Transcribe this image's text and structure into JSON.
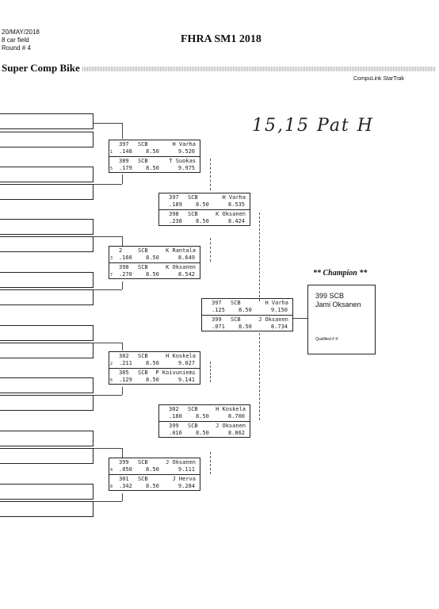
{
  "header": {
    "date": "20/MAY/2018",
    "field": "8 car field",
    "round": "Round # 4",
    "event_title": "FHRA SM1 2018",
    "class_title": "Super Comp Bike",
    "brand": "CompuLink StarTrak",
    "handwritten_time": "15,15",
    "handwritten_note": "Pat H"
  },
  "matches": [
    {
      "id": "r1m1",
      "top": {
        "car": "397",
        "cls": "SCB",
        "name": "H Varha",
        "lane": "1",
        "rt": ".148",
        "dial": "8.50",
        "et": "9.520"
      },
      "bot": {
        "car": "389",
        "cls": "SCB",
        "name": "T Suokas",
        "lane": "5",
        "rt": ".179",
        "dial": "8.50",
        "et": "9.975"
      }
    },
    {
      "id": "r1m2",
      "top": {
        "car": "2",
        "cls": "SCB",
        "name": "K Rantala",
        "lane": "3",
        "rt": ".166",
        "dial": "8.50",
        "et": "8.649"
      },
      "bot": {
        "car": "398",
        "cls": "SCB",
        "name": "K Oksanen",
        "lane": "7",
        "rt": ".270",
        "dial": "8.50",
        "et": "8.542"
      }
    },
    {
      "id": "r1m3",
      "top": {
        "car": "302",
        "cls": "SCB",
        "name": "H Koskela",
        "lane": "2",
        "rt": ".211",
        "dial": "8.50",
        "et": "9.027"
      },
      "bot": {
        "car": "305",
        "cls": "SCB",
        "name": "P Koivuniemi",
        "lane": "6",
        "rt": ".129",
        "dial": "8.50",
        "et": "9.141"
      }
    },
    {
      "id": "r1m4",
      "top": {
        "car": "399",
        "cls": "SCB",
        "name": "J Oksanen",
        "lane": "4",
        "rt": ".050",
        "dial": "8.50",
        "et": "9.111"
      },
      "bot": {
        "car": "301",
        "cls": "SCB",
        "name": "J Herva",
        "lane": "8",
        "rt": ".342",
        "dial": "8.50",
        "et": "9.284"
      }
    },
    {
      "id": "r2m1",
      "top": {
        "car": "397",
        "cls": "SCB",
        "name": "H Varha",
        "lane": "",
        "rt": ".189",
        "dial": "8.50",
        "et": "8.535"
      },
      "bot": {
        "car": "398",
        "cls": "SCB",
        "name": "K Oksanen",
        "lane": "",
        "rt": ".238",
        "dial": "8.50",
        "et": "8.424"
      }
    },
    {
      "id": "r2m2",
      "top": {
        "car": "302",
        "cls": "SCB",
        "name": "H Koskela",
        "lane": "",
        "rt": ".180",
        "dial": "8.50",
        "et": "8.700"
      },
      "bot": {
        "car": "399",
        "cls": "SCB",
        "name": "J Oksanen",
        "lane": "",
        "rt": ".016",
        "dial": "8.50",
        "et": "8.862"
      }
    },
    {
      "id": "final",
      "top": {
        "car": "397",
        "cls": "SCB",
        "name": "H Varha",
        "lane": "",
        "rt": ".125",
        "dial": "8.50",
        "et": "9.150"
      },
      "bot": {
        "car": "399",
        "cls": "SCB",
        "name": "J Oksanen",
        "lane": "",
        "rt": ".071",
        "dial": "8.50",
        "et": "8.734"
      }
    }
  ],
  "champion": {
    "heading": "** Champion **",
    "car_class": "399   SCB",
    "name": "Jami Oksanen",
    "qualified": "Qualified # 4"
  }
}
